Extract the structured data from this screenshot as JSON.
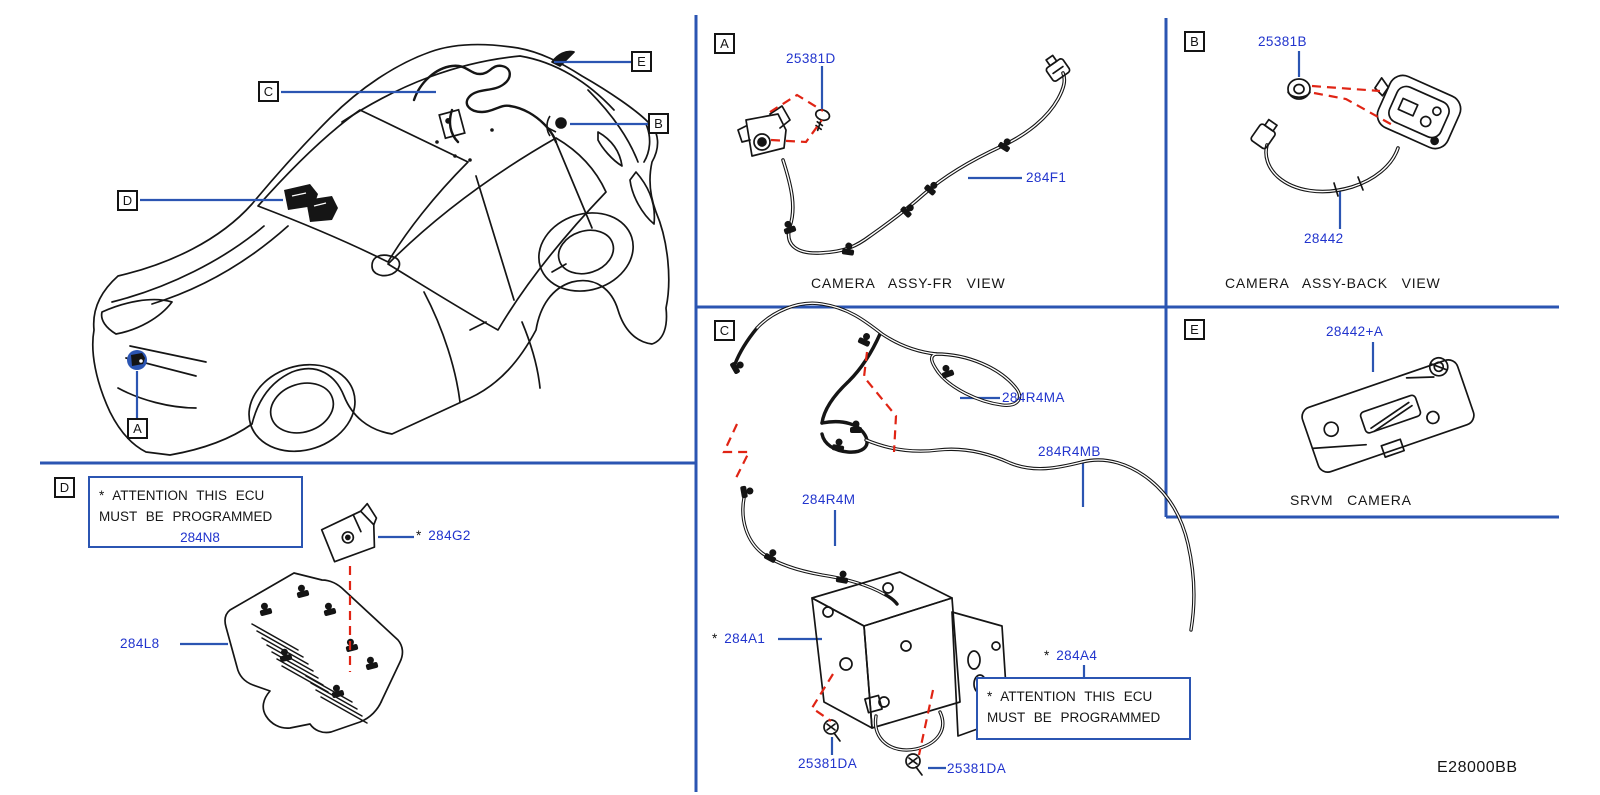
{
  "colors": {
    "link_blue": "#2134cd",
    "line_blue": "#2b55b2",
    "dash_red": "#e02414",
    "ink": "#151515"
  },
  "car": {
    "callouts": {
      "a": "A",
      "b": "B",
      "c": "C",
      "d": "D",
      "e": "E"
    }
  },
  "panel_a": {
    "callout": "A",
    "screw_part": "25381D",
    "harness_part": "284F1",
    "caption": "CAMERA ASSY-FR VIEW"
  },
  "panel_b": {
    "callout": "B",
    "nut_part": "25381B",
    "camera_part": "28442",
    "caption": "CAMERA ASSY-BACK VIEW"
  },
  "panel_c": {
    "callout": "C",
    "label_r4ma": "284R4MA",
    "label_r4mb": "284R4MB",
    "label_r4m": "284R4M",
    "a1": {
      "star": "*",
      "part": "284A1"
    },
    "a4": {
      "star": "*",
      "part": "284A4"
    },
    "screw_left": "25381DA",
    "screw_right": "25381DA",
    "attention": {
      "star": "*",
      "line1": "ATTENTION THIS ECU",
      "line2": "MUST BE PROGRAMMED"
    }
  },
  "section_d": {
    "callout": "D",
    "attention": {
      "star": "*",
      "line1": "ATTENTION THIS ECU",
      "line2": "MUST BE PROGRAMMED",
      "part": "284N8"
    },
    "g2": {
      "star": "*",
      "part": "284G2"
    },
    "label_284l8": "284L8"
  },
  "panel_e": {
    "callout": "E",
    "part": "28442+A",
    "caption": "SRVM CAMERA"
  },
  "footer": {
    "diagram_code": "E28000BB"
  }
}
